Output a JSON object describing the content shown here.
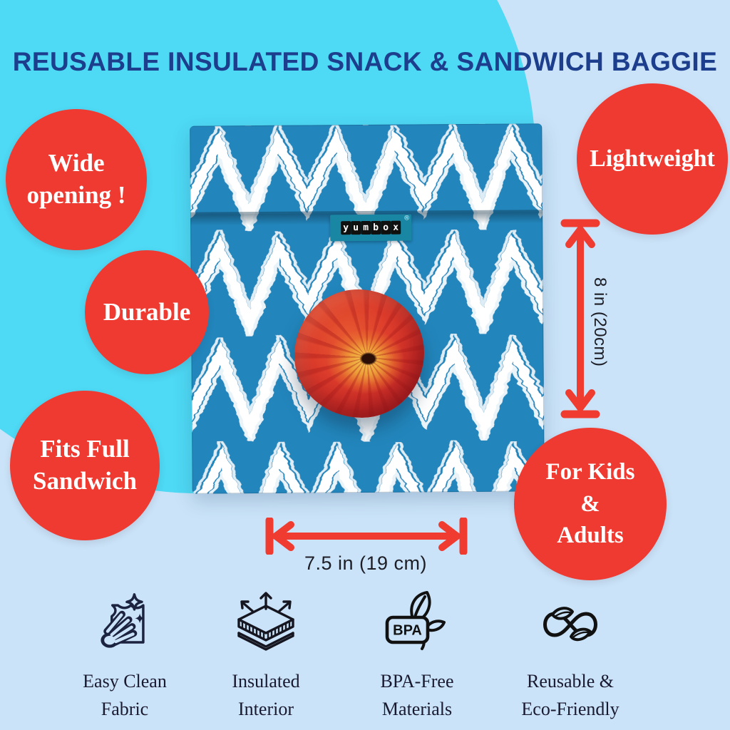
{
  "title": "REUSABLE INSULATED SNACK & SANDWICH BAGGIE",
  "product": {
    "brand_tag": "yumbox",
    "registered": "®"
  },
  "badges": {
    "wide_opening": {
      "line1": "Wide",
      "line2": "opening !"
    },
    "durable": {
      "line1": "Durable"
    },
    "fits_full": {
      "line1": "Fits Full",
      "line2": "Sandwich"
    },
    "lightweight": {
      "line1": "Lightweight"
    },
    "for_kids": {
      "line1": "For Kids",
      "line2": "&",
      "line3": "Adults"
    }
  },
  "dimensions": {
    "height_label": "8 in (20cm)",
    "width_label": "7.5 in (19 cm)"
  },
  "features": [
    {
      "icon": "easy-clean-icon",
      "label_line1": "Easy Clean",
      "label_line2": "Fabric"
    },
    {
      "icon": "insulated-icon",
      "label_line1": "Insulated",
      "label_line2": "Interior"
    },
    {
      "icon": "bpa-free-icon",
      "label_line1": "BPA-Free",
      "label_line2": "Materials",
      "icon_text": "BPA"
    },
    {
      "icon": "reusable-icon",
      "label_line1": "Reusable &",
      "label_line2": "Eco-Friendly"
    }
  ],
  "colors": {
    "background": "#cae3f8",
    "cyan_blob": "#4ed9f4",
    "title_navy": "#1c3e8c",
    "badge_red": "#ee3a31",
    "arrow_red": "#f03b31",
    "bag_blue": "#2386bc",
    "bag_pattern": "#ffffff",
    "tag_teal": "#1987a3",
    "icon_ink": "#1c2340"
  }
}
